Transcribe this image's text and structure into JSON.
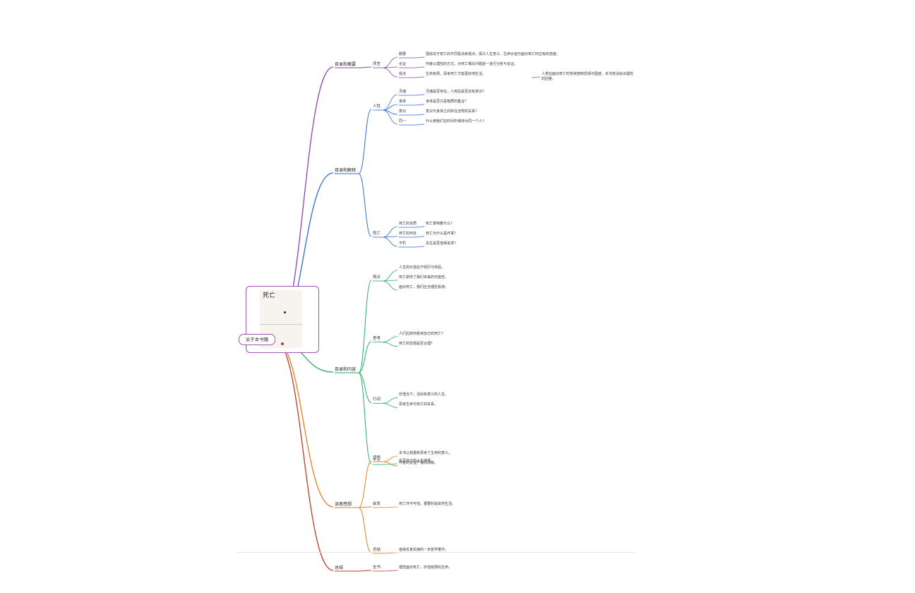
{
  "root": {
    "label": "关于本书籍"
  },
  "cover": {
    "title": "死亡",
    "subtitle": ""
  },
  "branches": [
    {
      "label": "目录和概要",
      "color": "#8e44ad",
      "subs": [
        {
          "label": "序言",
          "items": [
            {
              "label": "概要",
              "text": "围绕关于死亡的不同看法和观点，探讨人生意义、生命价值与面对死亡时应有的态度。"
            },
            {
              "label": "论证",
              "text": "作者以理性的方式，对死亡相关问题逐一进行分析与论证。"
            },
            {
              "label": "观点",
              "text": "生命有限，思考死亡才能更好地生活。",
              "note": "人类在面对死亡时常常感到恐惧与困惑，本书尝试给出理性的回答。"
            }
          ]
        }
      ]
    },
    {
      "label": "目录和解释",
      "color": "#2b6cd6",
      "subs": [
        {
          "label": "人性",
          "items": [
            {
              "label": "灵魂",
              "text": "灵魂是否存在，人死后是否还有意识？"
            },
            {
              "label": "身体",
              "text": "身体是否只是物质的集合？"
            },
            {
              "label": "意识",
              "text": "意识与身体之间存在怎样的关系？"
            },
            {
              "label": "同一",
              "text": "什么使我们在时间中保持为同一个人？"
            }
          ]
        },
        {
          "label": "死亡",
          "items": [
            {
              "label": "死亡的本质",
              "text": "死亡意味着什么？"
            },
            {
              "label": "死亡的坏处",
              "text": "死亡为什么是坏事？"
            },
            {
              "label": "不朽",
              "text": "永生是否值得追求？"
            }
          ]
        }
      ]
    },
    {
      "label": "目录和内容",
      "color": "#27ae60",
      "subs": [
        {
          "label": "观点",
          "items": [
            {
              "label": "",
              "text": "人生的价值在于经历与体验。"
            },
            {
              "label": "",
              "text": "死亡剥夺了我们未来的可能性。"
            },
            {
              "label": "",
              "text": "面对死亡，我们应当理性看待。"
            }
          ]
        },
        {
          "label": "思考",
          "items": [
            {
              "label": "",
              "text": "人们应如何看待自己的死亡？"
            },
            {
              "label": "",
              "text": "死亡的恐惧是否合理？"
            }
          ]
        },
        {
          "label": "行动",
          "items": [
            {
              "label": "",
              "text": "珍惜当下，活出有意义的人生。"
            },
            {
              "label": "",
              "text": "思考生命与死亡的关系。"
            }
          ]
        },
        {
          "label": "个人",
          "items": [
            {
              "label": "",
              "text": "反思自己的人生选择。"
            }
          ]
        }
      ]
    },
    {
      "label": "读者感想",
      "color": "#e67e22",
      "subs": [
        {
          "label": "感悟",
          "items": [
            {
              "label": "",
              "text": "本书让我重新思考了生命的意义。"
            },
            {
              "label": "",
              "text": "作者的论证严谨而清晰。"
            }
          ]
        },
        {
          "label": "启发",
          "items": [
            {
              "label": "",
              "text": "死亡并不可怕，重要的是如何生活。"
            }
          ]
        },
        {
          "label": "总结",
          "items": [
            {
              "label": "",
              "text": "值得反复阅读的一本哲学著作。"
            }
          ]
        }
      ]
    },
    {
      "label": "总结",
      "color": "#c0392b",
      "subs": [
        {
          "label": "全书",
          "items": [
            {
              "label": "",
              "text": "理性面对死亡，珍惜有限的生命。"
            }
          ]
        }
      ]
    }
  ]
}
